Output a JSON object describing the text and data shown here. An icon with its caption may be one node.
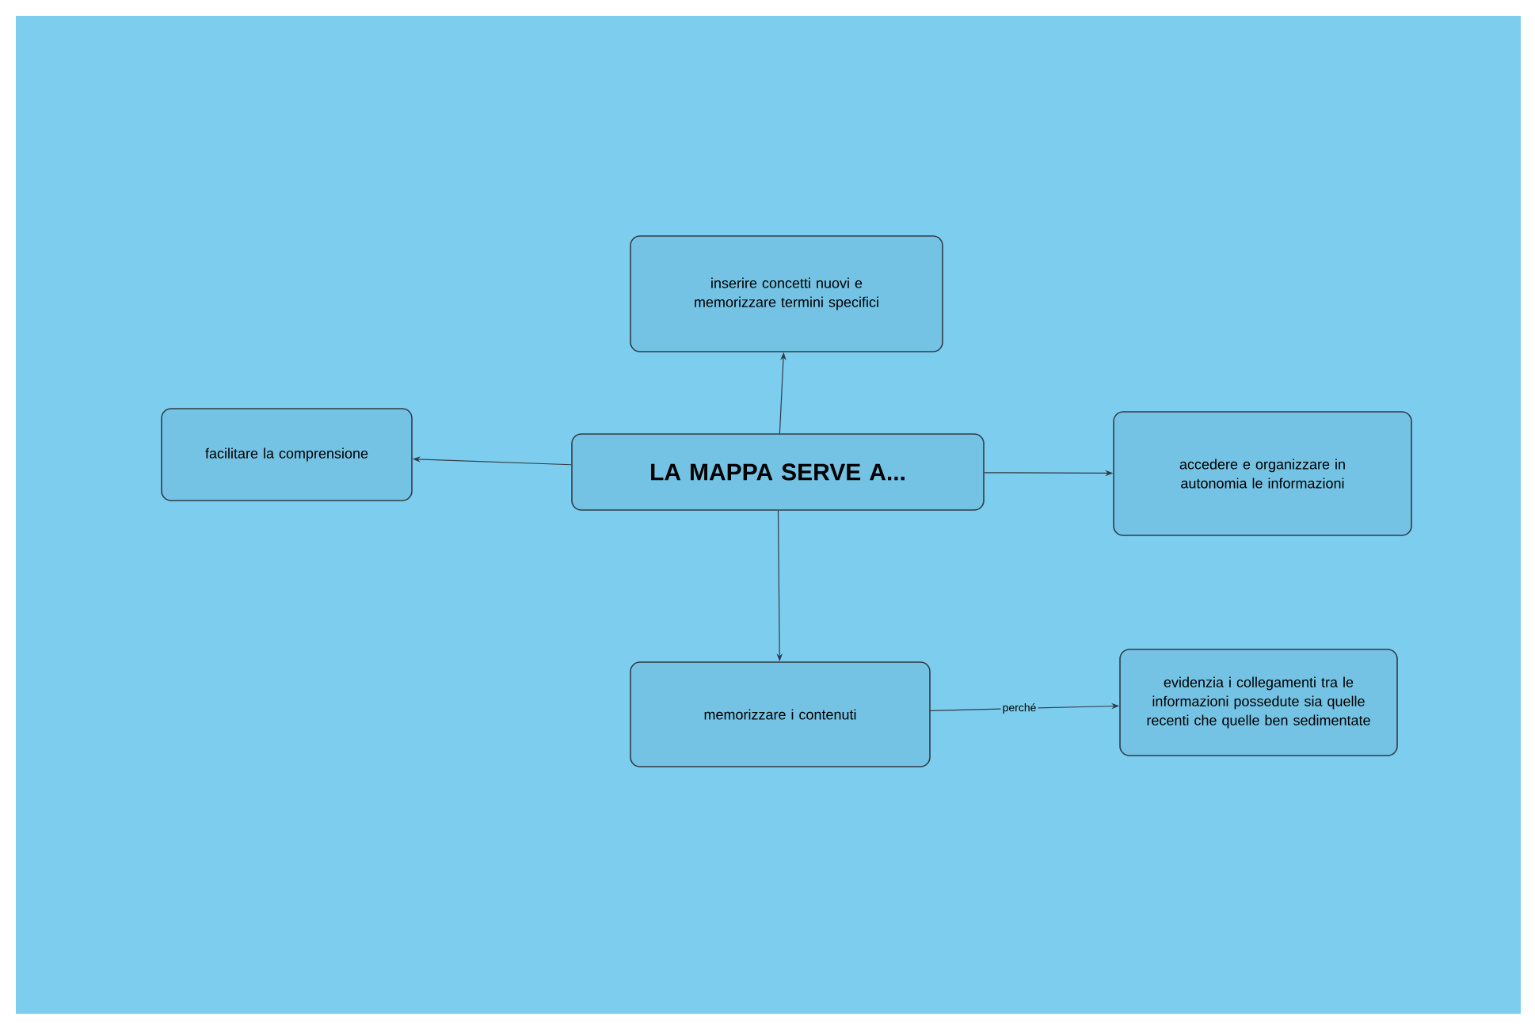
{
  "diagram": {
    "nodes": [
      {
        "text": [
          "LA MAPPA SERVE A..."
        ]
      },
      {
        "text": [
          "inserire concetti nuovi e memorizzare termini specifici"
        ]
      },
      {
        "text": [
          "facilitare la comprensione"
        ]
      },
      {
        "text": [
          "accedere e organizzare in autonomia le informazioni"
        ]
      },
      {
        "text": [
          "memorizzare i contenuti"
        ]
      },
      {
        "text": [
          "evidenzia i collegamenti tra le informazioni possedute sia quelle recenti che quelle ben sedimentate"
        ]
      }
    ],
    "edges": [
      {
        "from": 0,
        "to": 1,
        "arrow": "to"
      },
      {
        "from": 0,
        "to": 2,
        "arrow": "to"
      },
      {
        "from": 0,
        "to": 3,
        "arrow": "to"
      },
      {
        "from": 0,
        "to": 4,
        "arrow": "to"
      },
      {
        "from": 4,
        "to": 5,
        "arrow": "to",
        "label": "perché"
      }
    ]
  }
}
